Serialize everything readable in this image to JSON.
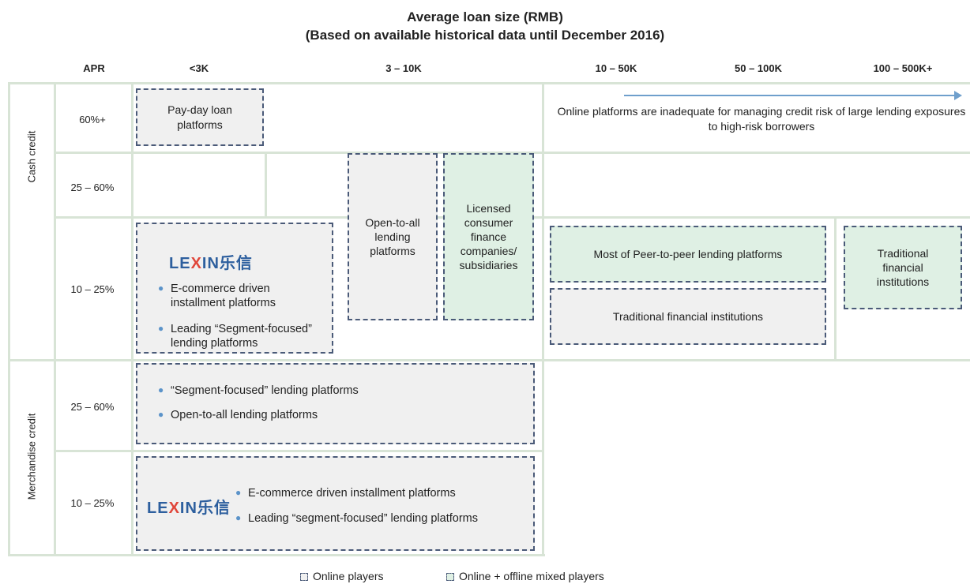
{
  "title_line1": "Average loan size (RMB)",
  "title_line2": "(Based on available historical data until December 2016)",
  "columns": [
    "APR",
    "<3K",
    "3 – 10K",
    "10 – 50K",
    "50 – 100K",
    "100 – 500K+"
  ],
  "groups": [
    "Cash credit",
    "Merchandise credit"
  ],
  "rows": [
    "60%+",
    "25 – 60%",
    "10 – 25%",
    "25 – 60%",
    "10 – 25%"
  ],
  "boxes": {
    "payday": "Pay-day loan platforms",
    "open_to_all": "Open-to-all lending platforms",
    "licensed": "Licensed consumer finance companies/ subsidiaries",
    "p2p": "Most of Peer-to-peer lending platforms",
    "trad_mid": "Traditional financial institutions",
    "trad_right": "Traditional financial institutions",
    "lexin_box1": {
      "b1": "E-commerce driven installment platforms",
      "b2": "Leading “Segment-focused” lending platforms"
    },
    "merch1": {
      "b1": "“Segment-focused” lending platforms",
      "b2": "Open-to-all lending platforms"
    },
    "merch2": {
      "b1": "E-commerce driven installment platforms",
      "b2": "Leading “segment-focused” lending platforms"
    }
  },
  "logo": {
    "latin_a": "LE",
    "latin_x": "X",
    "latin_b": "IN",
    "cn": "乐信"
  },
  "note": "Online platforms are inadequate for managing credit risk of large lending exposures to high-risk borrowers",
  "legend": {
    "online": "Online players",
    "mixed": "Online + offline mixed players"
  },
  "colors": {
    "online": "#f0f0f0",
    "mixed": "#dff0e4",
    "dash": "#4a5a78",
    "arrow": "#6f9fcc"
  }
}
